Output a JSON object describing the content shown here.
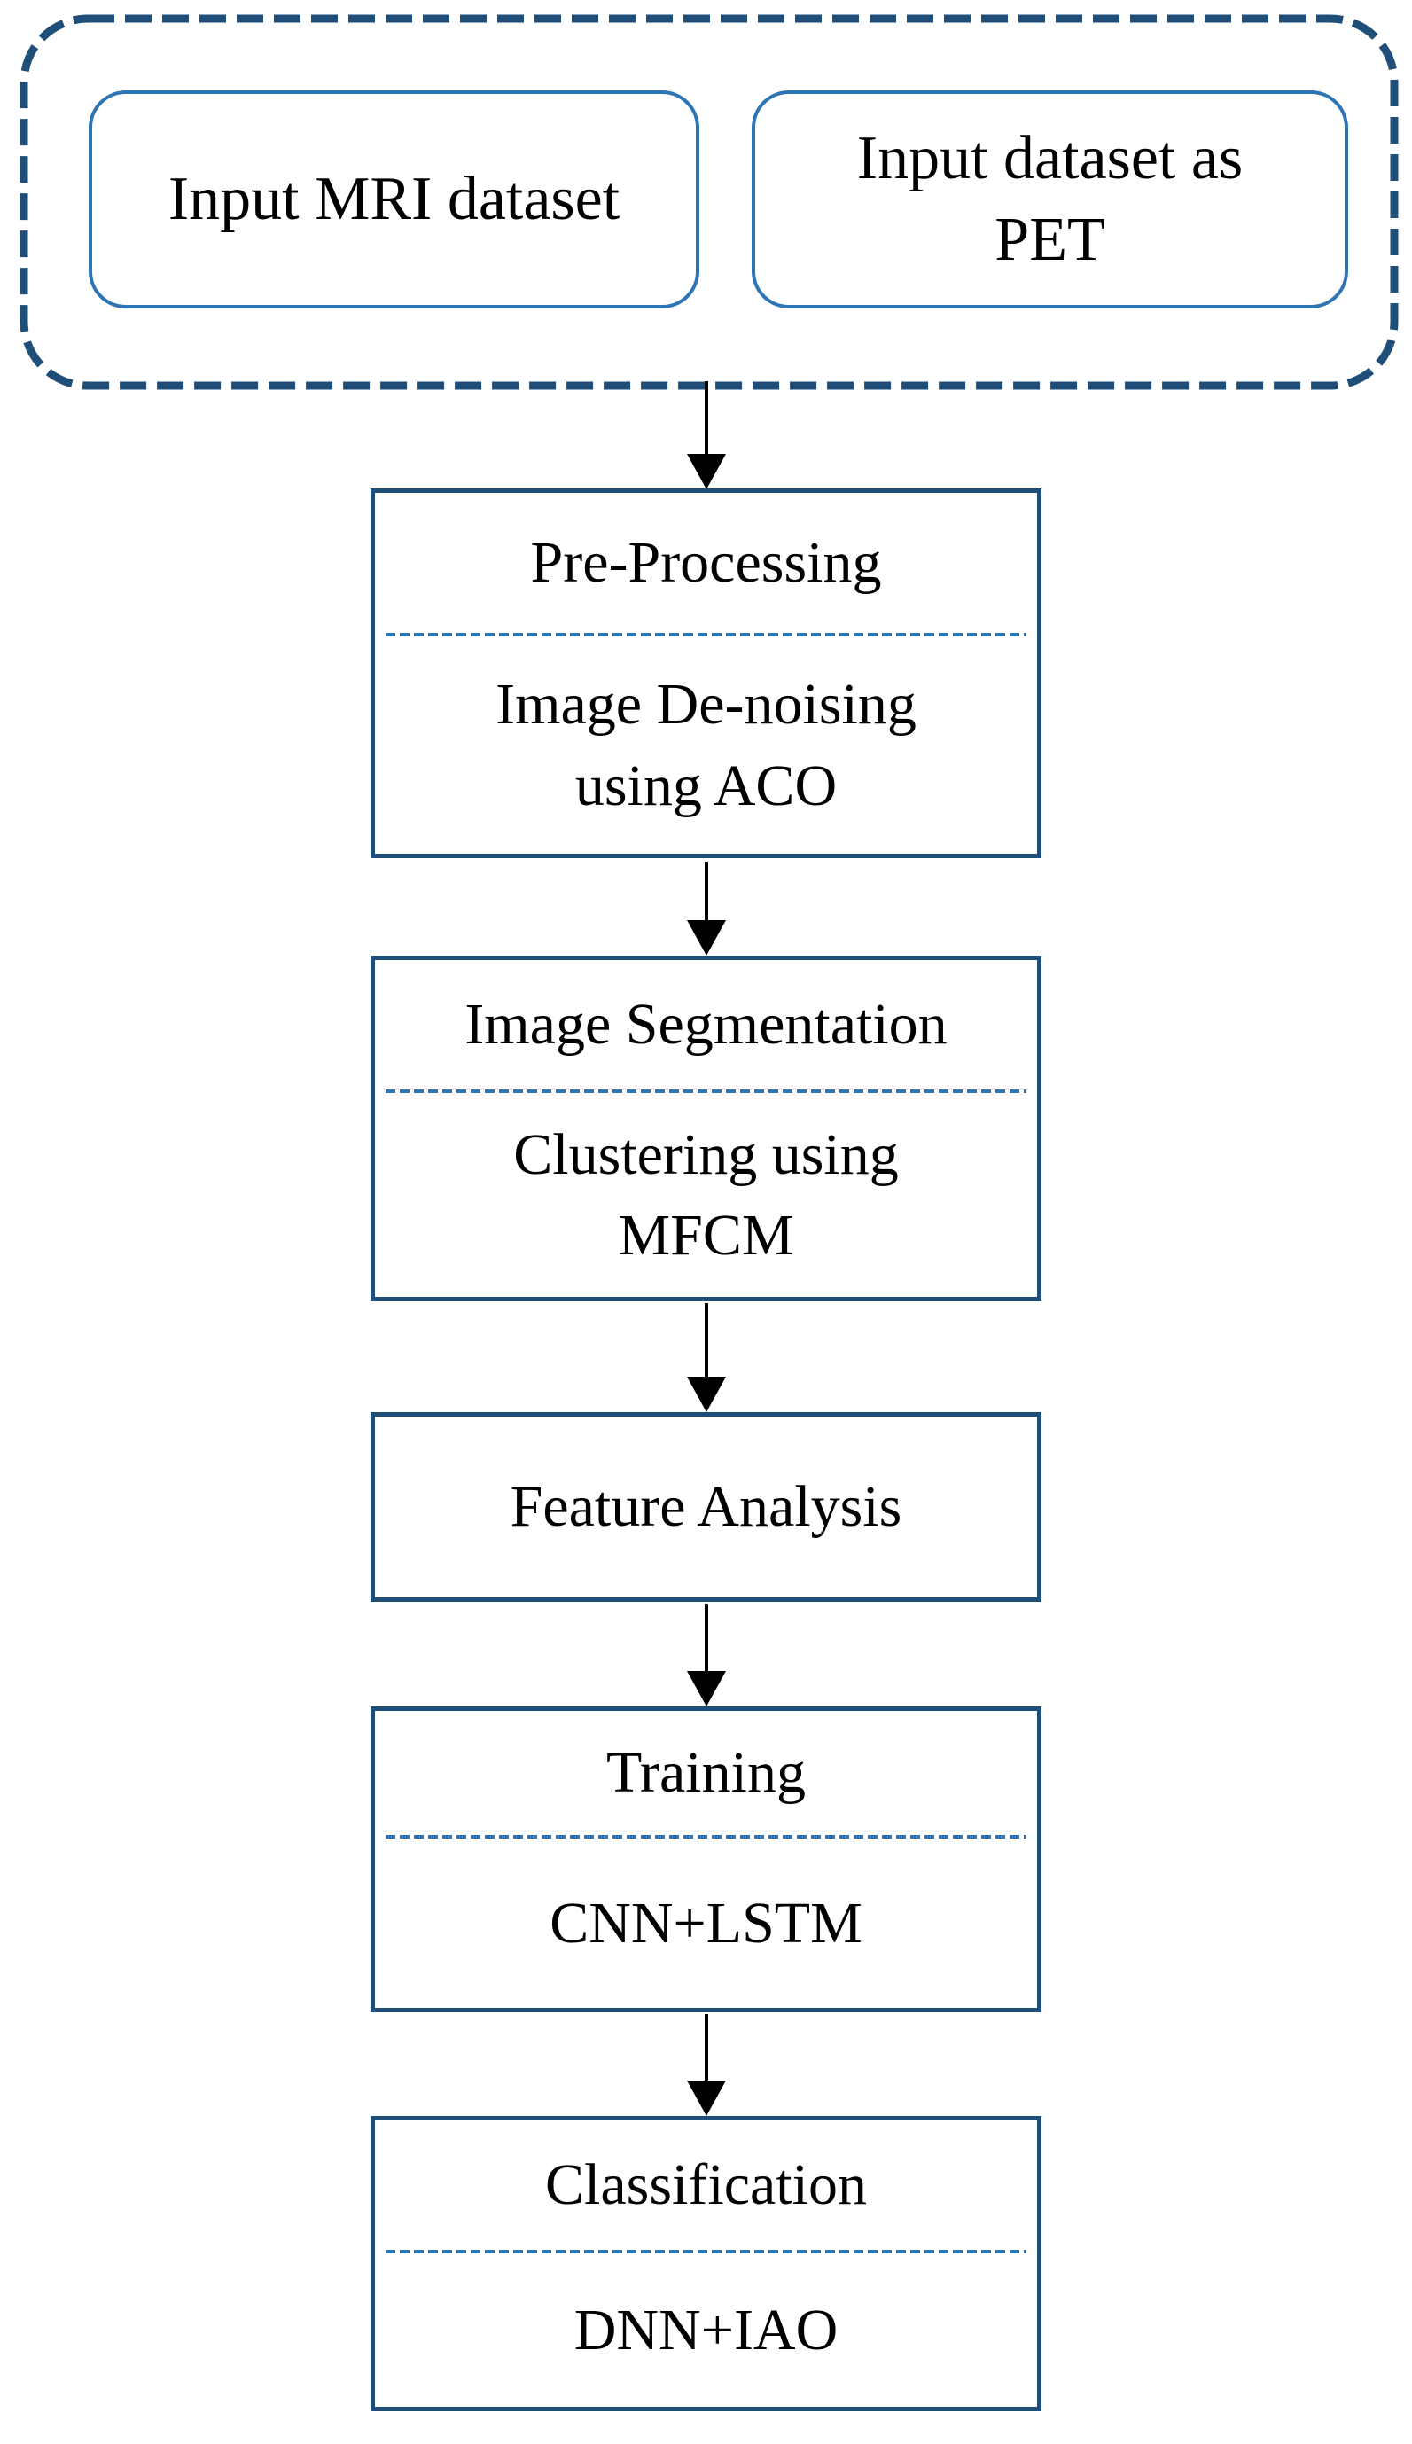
{
  "nodes": {
    "input_mri": {
      "label": "Input MRI dataset"
    },
    "input_pet": {
      "label_lines": [
        "Input dataset as",
        "PET"
      ]
    },
    "preprocessing": {
      "title": "Pre-Processing",
      "method_lines": [
        "Image De-noising",
        "using ACO"
      ]
    },
    "segmentation": {
      "title": "Image Segmentation",
      "method_lines": [
        "Clustering using",
        "MFCM"
      ]
    },
    "feature_analysis": {
      "title": "Feature Analysis"
    },
    "training": {
      "title": "Training",
      "method_lines": [
        "CNN+LSTM"
      ]
    },
    "classification": {
      "title": "Classification",
      "method_lines": [
        "DNN+IAO"
      ]
    }
  },
  "colors": {
    "container_border": "#1F4E79",
    "input_box_border": "#2E75B6",
    "process_box_border": "#1F4E79",
    "divider_color": "#2E75B6",
    "arrow_color": "#000000",
    "text_color": "#000000",
    "bg_color": "#FFFFFF"
  }
}
